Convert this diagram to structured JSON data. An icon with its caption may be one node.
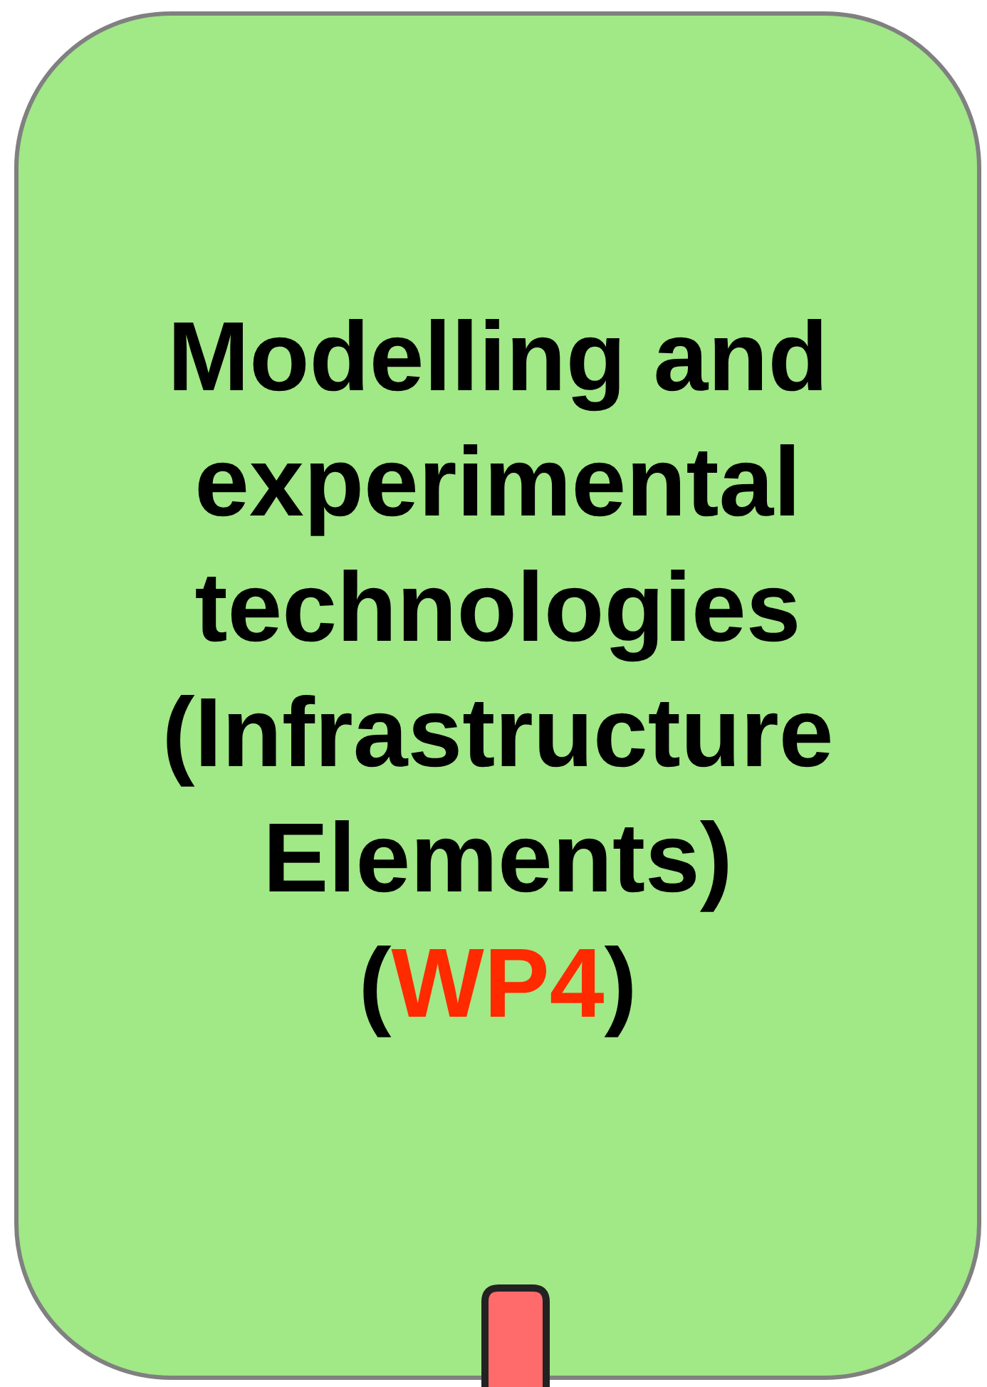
{
  "diagram": {
    "nodes": [
      {
        "text": [
          "Modelling and experimental technologies (Infrastructure Elements)",
          "(WP4)"
        ]
      },
      {
        "text": [],
        "shape": "bar"
      }
    ]
  }
}
